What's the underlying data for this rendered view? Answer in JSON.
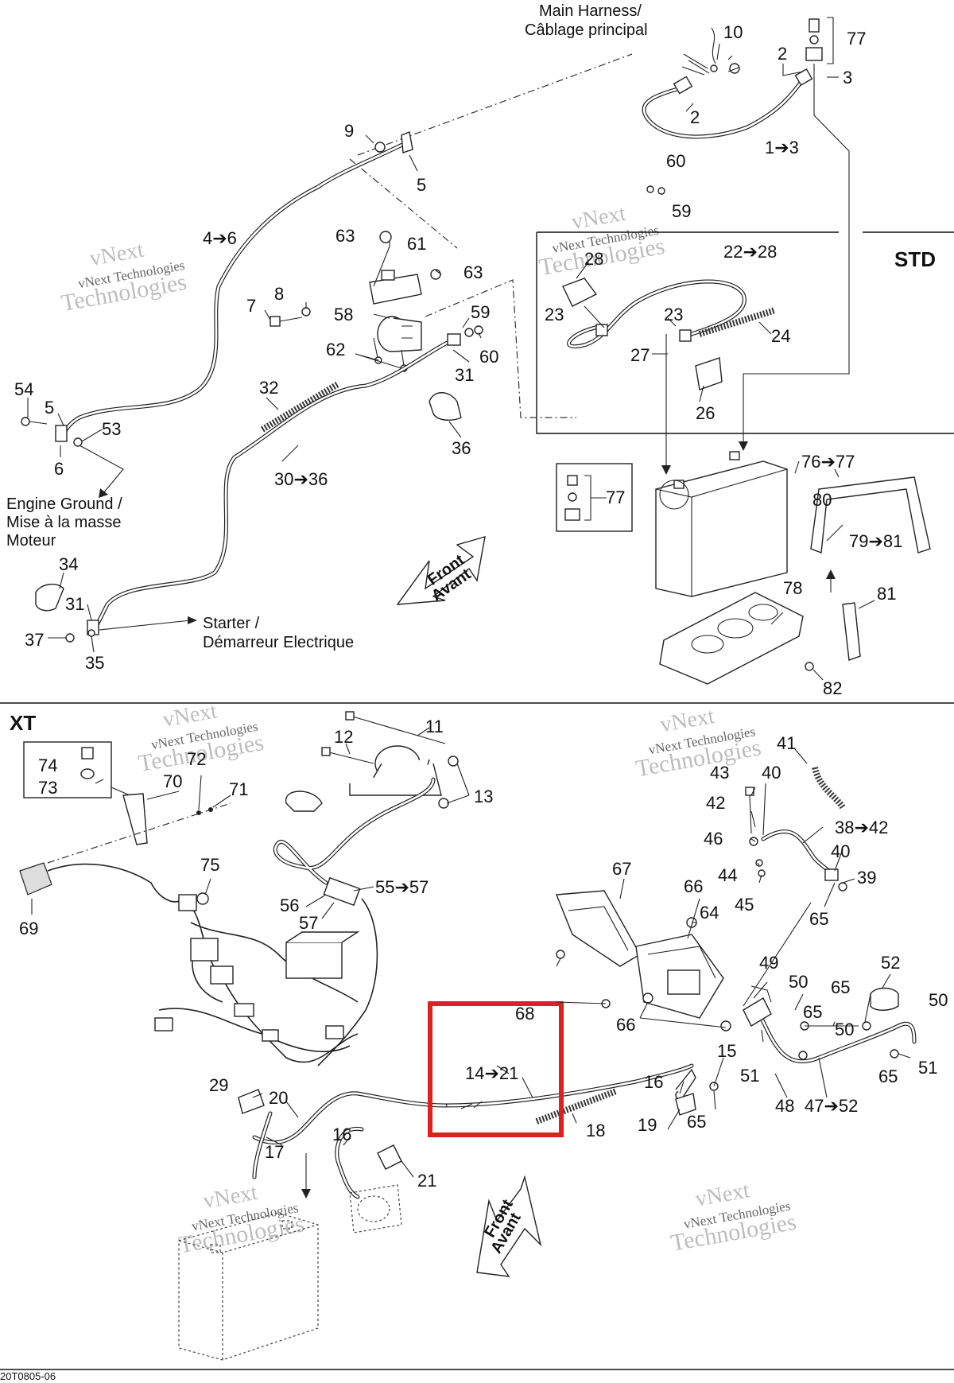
{
  "sections": {
    "std": "STD",
    "xt": "XT"
  },
  "notes": {
    "main_harness_l1": "Main Harness/",
    "main_harness_l2": "Câblage principal",
    "engine_ground_l1": "Engine Ground /",
    "engine_ground_l2": "Mise à la masse",
    "engine_ground_l3": "Moteur",
    "starter_l1": "Starter /",
    "starter_l2": "Démarreur Electrique",
    "front_l1": "Front",
    "front_l2": "Avant"
  },
  "watermark": {
    "line1": "vNext",
    "line2": "vNext Technologies",
    "line3": "Technologies"
  },
  "figure_code": "20T0805-06",
  "callouts_std": [
    "10",
    "77",
    "2",
    "3",
    "2",
    "1➔3",
    "9",
    "5",
    "4➔6",
    "60",
    "59",
    "22➔28",
    "28",
    "63",
    "61",
    "63",
    "8",
    "7",
    "58",
    "59",
    "62",
    "60",
    "31",
    "23",
    "23",
    "24",
    "27",
    "26",
    "32",
    "54",
    "5",
    "53",
    "6",
    "30➔36",
    "36",
    "76➔77",
    "77",
    "80",
    "79➔81",
    "34",
    "31",
    "37",
    "35",
    "78",
    "81",
    "82"
  ],
  "callouts_xt": [
    "11",
    "12",
    "13",
    "74",
    "73",
    "72",
    "70",
    "71",
    "69",
    "75",
    "55➔57",
    "56",
    "57",
    "41",
    "43",
    "40",
    "42",
    "38➔42",
    "46",
    "40",
    "44",
    "39",
    "45",
    "65",
    "67",
    "66",
    "64",
    "52",
    "49",
    "50",
    "65",
    "65",
    "50",
    "68",
    "66",
    "50",
    "15",
    "51",
    "14➔21",
    "16",
    "51",
    "65",
    "48",
    "47➔52",
    "29",
    "20",
    "17",
    "16",
    "18",
    "19",
    "65",
    "21"
  ],
  "highlight": {
    "label": "14➔21",
    "color": "#e0201b"
  }
}
